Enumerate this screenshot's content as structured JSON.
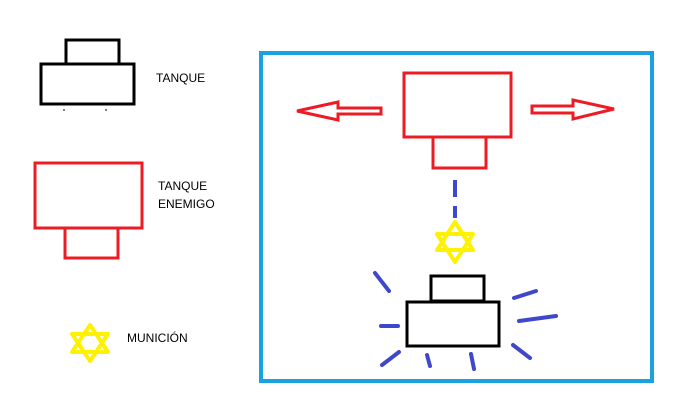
{
  "legend": {
    "tank_label": "TANQUE",
    "enemy_label": "TANQUE ENEMIGO",
    "ammo_label": "MUNICIÓN"
  },
  "colors": {
    "tank": "#000000",
    "enemy": "#ed1c24",
    "ammo": "#fff200",
    "frame": "#1aa1e0",
    "shot": "#3f48cc"
  },
  "icons": {
    "ammo": "star-icon",
    "move": "arrow-icon"
  }
}
